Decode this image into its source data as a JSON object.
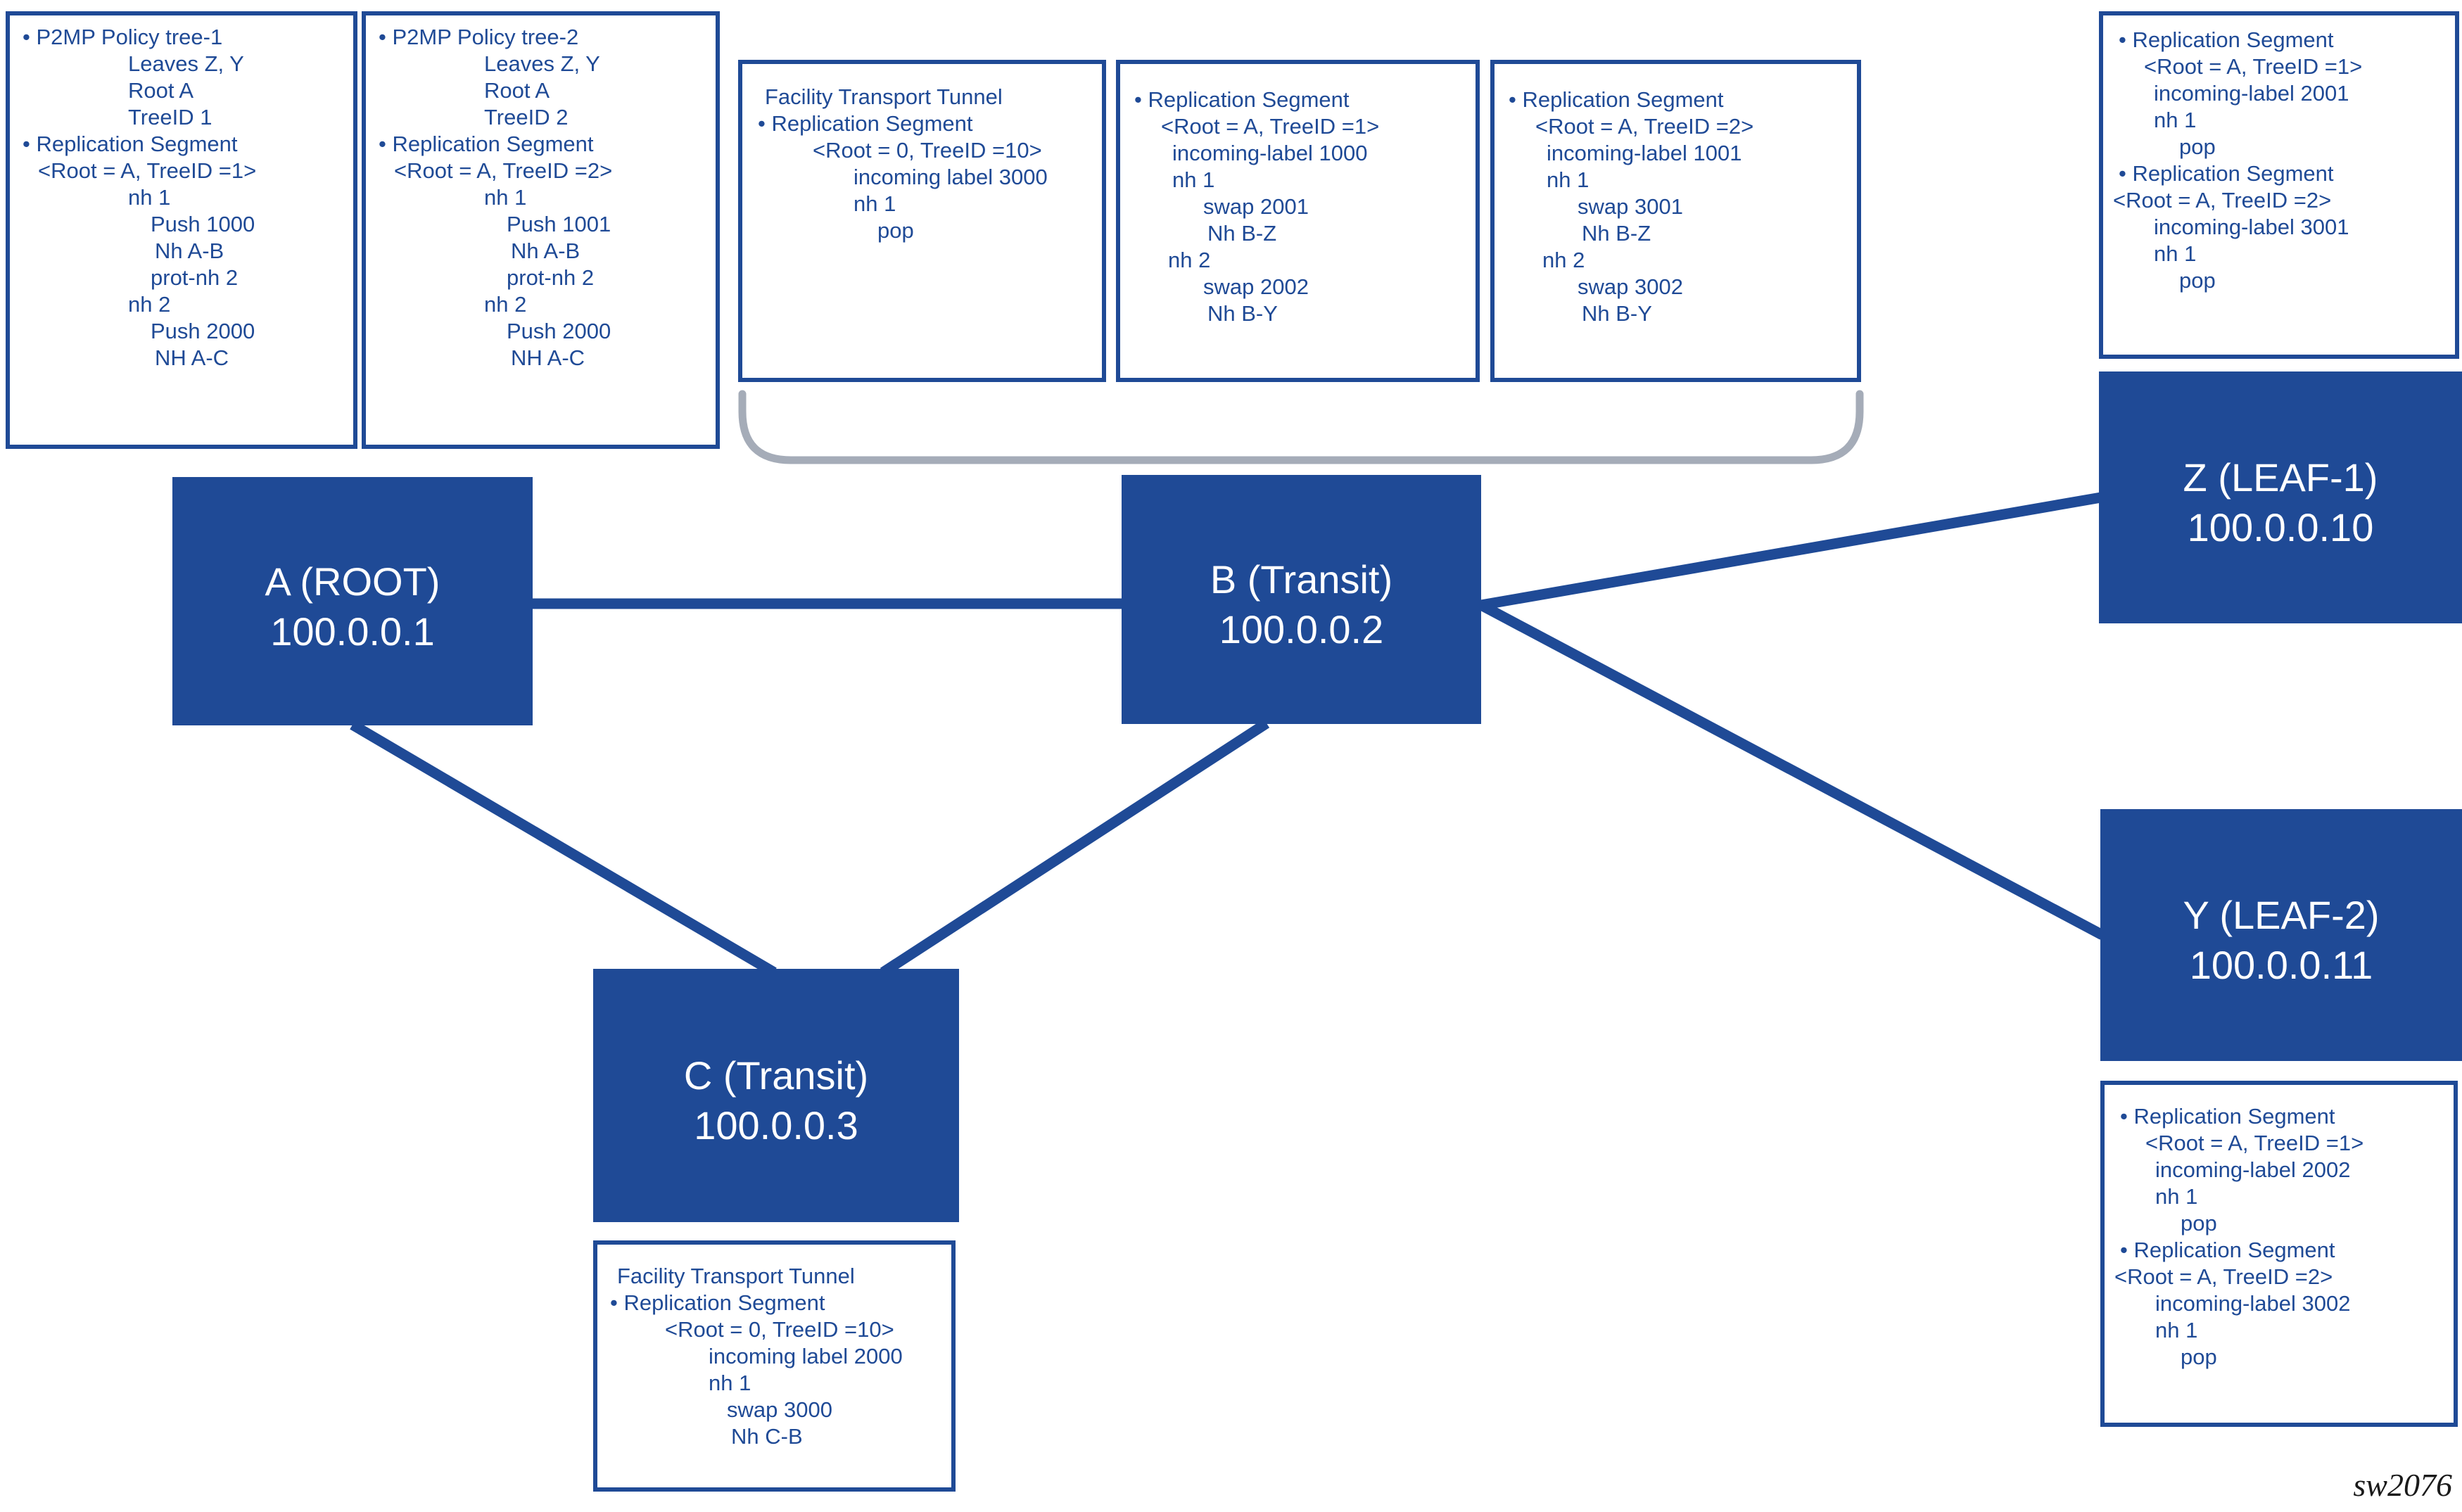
{
  "colors": {
    "node_fill": "#1F4A96",
    "line_blue": "#1F4A96",
    "brace_gray": "#A5ACB8",
    "background": "#FFFFFF"
  },
  "footer_label": "sw2076",
  "nodes": [
    {
      "id": "A",
      "name": "A (ROOT)",
      "ip": "100.0.0.1"
    },
    {
      "id": "B",
      "name": "B (Transit)",
      "ip": "100.0.0.2"
    },
    {
      "id": "C",
      "name": "C (Transit)",
      "ip": "100.0.0.3"
    },
    {
      "id": "Z",
      "name": "Z (LEAF-1)",
      "ip": "100.0.0.10"
    },
    {
      "id": "Y",
      "name": "Y (LEAF-2)",
      "ip": "100.0.0.11"
    }
  ],
  "edges": [
    {
      "from": "A",
      "to": "B"
    },
    {
      "from": "A",
      "to": "C"
    },
    {
      "from": "B",
      "to": "C"
    },
    {
      "from": "B",
      "to": "Z"
    },
    {
      "from": "B",
      "to": "Y"
    }
  ],
  "annotations": {
    "p2mp_tree1": {
      "lines": [
        {
          "t": "• P2MP Policy tree-1",
          "i": 18
        },
        {
          "t": "Leaves Z, Y",
          "i": 168
        },
        {
          "t": "Root A",
          "i": 168
        },
        {
          "t": "TreeID 1",
          "i": 168
        },
        {
          "t": "• Replication Segment",
          "i": 18
        },
        {
          "t": "<Root = A, TreeID =1>",
          "i": 40
        },
        {
          "t": "nh 1",
          "i": 168
        },
        {
          "t": "Push 1000",
          "i": 200
        },
        {
          "t": "Nh A-B",
          "i": 206
        },
        {
          "t": "prot-nh 2",
          "i": 200
        },
        {
          "t": "nh 2",
          "i": 168
        },
        {
          "t": "Push 2000",
          "i": 200
        },
        {
          "t": "NH A-C",
          "i": 206
        }
      ]
    },
    "p2mp_tree2": {
      "lines": [
        {
          "t": "• P2MP Policy tree-2",
          "i": 18
        },
        {
          "t": "Leaves Z, Y",
          "i": 168
        },
        {
          "t": "Root A",
          "i": 168
        },
        {
          "t": "TreeID 2",
          "i": 168
        },
        {
          "t": "• Replication Segment",
          "i": 18
        },
        {
          "t": "<Root = A, TreeID =2>",
          "i": 40
        },
        {
          "t": "nh 1",
          "i": 168
        },
        {
          "t": "Push 1001",
          "i": 200
        },
        {
          "t": "Nh A-B",
          "i": 206
        },
        {
          "t": "prot-nh 2",
          "i": 200
        },
        {
          "t": "nh 2",
          "i": 168
        },
        {
          "t": "Push 2000",
          "i": 200
        },
        {
          "t": "NH A-C",
          "i": 206
        }
      ]
    },
    "ftt_b": {
      "lines": [
        {
          "t": "Facility Transport Tunnel",
          "i": 32
        },
        {
          "t": "• Replication Segment",
          "i": 22
        },
        {
          "t": "<Root = 0, TreeID =10>",
          "i": 100
        },
        {
          "t": "incoming label 3000",
          "i": 158
        },
        {
          "t": "nh 1",
          "i": 158
        },
        {
          "t": "pop",
          "i": 192
        }
      ]
    },
    "rs_b_tree1": {
      "lines": [
        {
          "t": "• Replication Segment",
          "i": 20
        },
        {
          "t": "<Root = A, TreeID =1>",
          "i": 58
        },
        {
          "t": "incoming-label 1000",
          "i": 74
        },
        {
          "t": "nh 1",
          "i": 74
        },
        {
          "t": "swap 2001",
          "i": 118
        },
        {
          "t": "Nh B-Z",
          "i": 124
        },
        {
          "t": "nh 2",
          "i": 68
        },
        {
          "t": "swap 2002",
          "i": 118
        },
        {
          "t": "Nh B-Y",
          "i": 124
        }
      ]
    },
    "rs_b_tree2": {
      "lines": [
        {
          "t": "• Replication Segment",
          "i": 20
        },
        {
          "t": "<Root = A, TreeID =2>",
          "i": 58
        },
        {
          "t": "incoming-label 1001",
          "i": 74
        },
        {
          "t": "nh 1",
          "i": 74
        },
        {
          "t": "swap 3001",
          "i": 118
        },
        {
          "t": "Nh B-Z",
          "i": 124
        },
        {
          "t": "nh 2",
          "i": 68
        },
        {
          "t": "swap 3002",
          "i": 118
        },
        {
          "t": "Nh B-Y",
          "i": 124
        }
      ]
    },
    "rs_z": {
      "lines": [
        {
          "t": "• Replication Segment",
          "i": 22
        },
        {
          "t": "<Root = A, TreeID =1>",
          "i": 58
        },
        {
          "t": "incoming-label 2001",
          "i": 72
        },
        {
          "t": "nh 1",
          "i": 72
        },
        {
          "t": "pop",
          "i": 108
        },
        {
          "t": "• Replication Segment",
          "i": 22
        },
        {
          "t": "<Root = A, TreeID =2>",
          "i": 14
        },
        {
          "t": "incoming-label 3001",
          "i": 72
        },
        {
          "t": "nh 1",
          "i": 72
        },
        {
          "t": "pop",
          "i": 108
        }
      ]
    },
    "rs_y": {
      "lines": [
        {
          "t": "• Replication Segment",
          "i": 22
        },
        {
          "t": "<Root = A, TreeID =1>",
          "i": 58
        },
        {
          "t": "incoming-label 2002",
          "i": 72
        },
        {
          "t": "nh 1",
          "i": 72
        },
        {
          "t": "pop",
          "i": 108
        },
        {
          "t": "• Replication Segment",
          "i": 22
        },
        {
          "t": "<Root = A, TreeID =2>",
          "i": 14
        },
        {
          "t": "incoming-label 3002",
          "i": 72
        },
        {
          "t": "nh 1",
          "i": 72
        },
        {
          "t": "pop",
          "i": 108
        }
      ]
    },
    "ftt_c": {
      "lines": [
        {
          "t": "Facility Transport Tunnel",
          "i": 28
        },
        {
          "t": "• Replication Segment",
          "i": 18
        },
        {
          "t": "<Root = 0, TreeID =10>",
          "i": 96
        },
        {
          "t": "incoming label 2000",
          "i": 158
        },
        {
          "t": "nh 1",
          "i": 158
        },
        {
          "t": "swap 3000",
          "i": 184
        },
        {
          "t": "Nh C-B",
          "i": 190
        }
      ]
    }
  }
}
